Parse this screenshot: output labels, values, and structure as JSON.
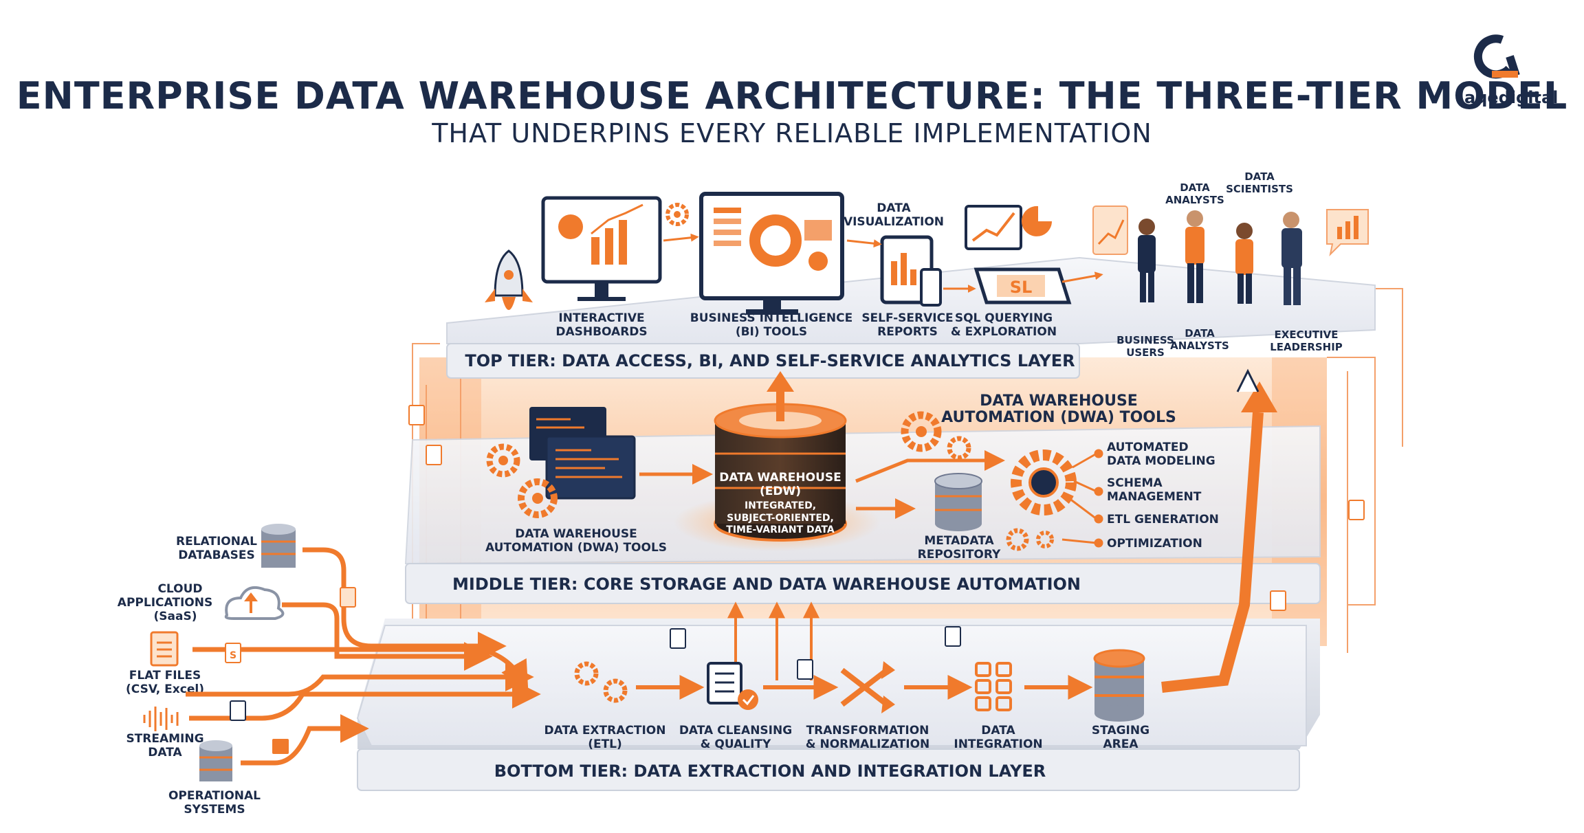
{
  "header": {
    "title": "ENTERPRISE DATA WAREHOUSE ARCHITECTURE: THE THREE-TIER MODEL",
    "subtitle": "THAT UNDERPINS EVERY RELIABLE IMPLEMENTATION",
    "brand": "aqedigital"
  },
  "colors": {
    "accent": "#f07a2c",
    "navy": "#1c2b49",
    "platform": "#e9ecf2",
    "glow": "#fbd2b0"
  },
  "top_tier": {
    "label": "TOP TIER: DATA ACCESS, BI, AND SELF-SERVICE ANALYTICS LAYER",
    "items": {
      "dashboards": [
        "INTERACTIVE",
        "DASHBOARDS"
      ],
      "bi": [
        "BUSINESS INTELLIGENCE",
        "(BI) TOOLS"
      ],
      "visualization": [
        "DATA",
        "VISUALIZATION"
      ],
      "reports": [
        "SELF-SERVICE",
        "REPORTS"
      ],
      "sql": [
        "SQL QUERYING",
        "& EXPLORATION"
      ],
      "sql_screen": "SL"
    },
    "people": {
      "analysts_top": [
        "DATA",
        "ANALYSTS"
      ],
      "scientists": [
        "DATA",
        "SCIENTISTS"
      ],
      "business_users": [
        "BUSINESS",
        "USERS"
      ],
      "analysts_bottom": [
        "DATA",
        "ANALYSTS"
      ],
      "executives": [
        "EXECUTIVE",
        "LEADERSHIP"
      ]
    }
  },
  "middle_tier": {
    "label": "MIDDLE TIER: CORE STORAGE AND DATA WAREHOUSE AUTOMATION",
    "dwa_left": [
      "DATA WAREHOUSE",
      "AUTOMATION (DWA) TOOLS"
    ],
    "dw_title": [
      "DATA WAREHOUSE",
      "(EDW)"
    ],
    "dw_desc": [
      "INTEGRATED,",
      "SUBJECT-ORIENTED,",
      "TIME-VARIANT DATA"
    ],
    "dwa_right": [
      "DATA WAREHOUSE",
      "AUTOMATION (DWA) TOOLS"
    ],
    "metadata": [
      "METADATA",
      "REPOSITORY"
    ],
    "features": [
      [
        "AUTOMATED",
        "DATA MODELING"
      ],
      [
        "SCHEMA",
        "MANAGEMENT"
      ],
      [
        "ETL GENERATION"
      ],
      [
        "OPTIMIZATION"
      ]
    ]
  },
  "bottom_tier": {
    "label": "BOTTOM TIER: DATA EXTRACTION AND INTEGRATION LAYER",
    "steps": [
      [
        "DATA EXTRACTION",
        "(ETL)"
      ],
      [
        "DATA CLEANSING",
        "& QUALITY"
      ],
      [
        "TRANSFORMATION",
        "& NORMALIZATION"
      ],
      [
        "DATA",
        "INTEGRATION"
      ],
      [
        "STAGING",
        "AREA"
      ]
    ],
    "file_badge": "S"
  },
  "sources": [
    [
      "RELATIONAL",
      "DATABASES"
    ],
    [
      "CLOUD",
      "APPLICATIONS",
      "(SaaS)"
    ],
    [
      "FLAT FILES",
      "(CSV, Excel)"
    ],
    [
      "STREAMING",
      "DATA"
    ],
    [
      "OPERATIONAL",
      "SYSTEMS"
    ]
  ]
}
